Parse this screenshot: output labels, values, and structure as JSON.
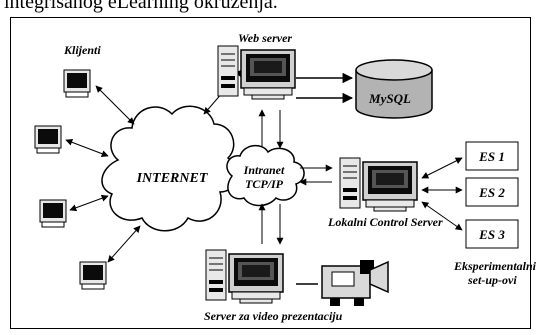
{
  "header": {
    "text": "integrisanog eLearning okruženja."
  },
  "labels": {
    "clients": "Klijenti",
    "web_server": "Web server",
    "mysql": "MySQL",
    "internet": "INTERNET",
    "intranet_line1": "Intranet",
    "intranet_line2": "TCP/IP",
    "local_server": "Lokalni Control Server",
    "video_server": "Server za video prezentaciju",
    "es1": "ES 1",
    "es2": "ES 2",
    "es3": "ES 3",
    "experimental_line1": "Eksperimentalni",
    "experimental_line2": "set-up-ovi"
  },
  "colors": {
    "monitor_screen": "#0b0b0b",
    "device_gray": "#d9d9d9",
    "cloud_fill": "#ffffff",
    "database_fill": "#b3b3b3",
    "line": "#000000"
  }
}
